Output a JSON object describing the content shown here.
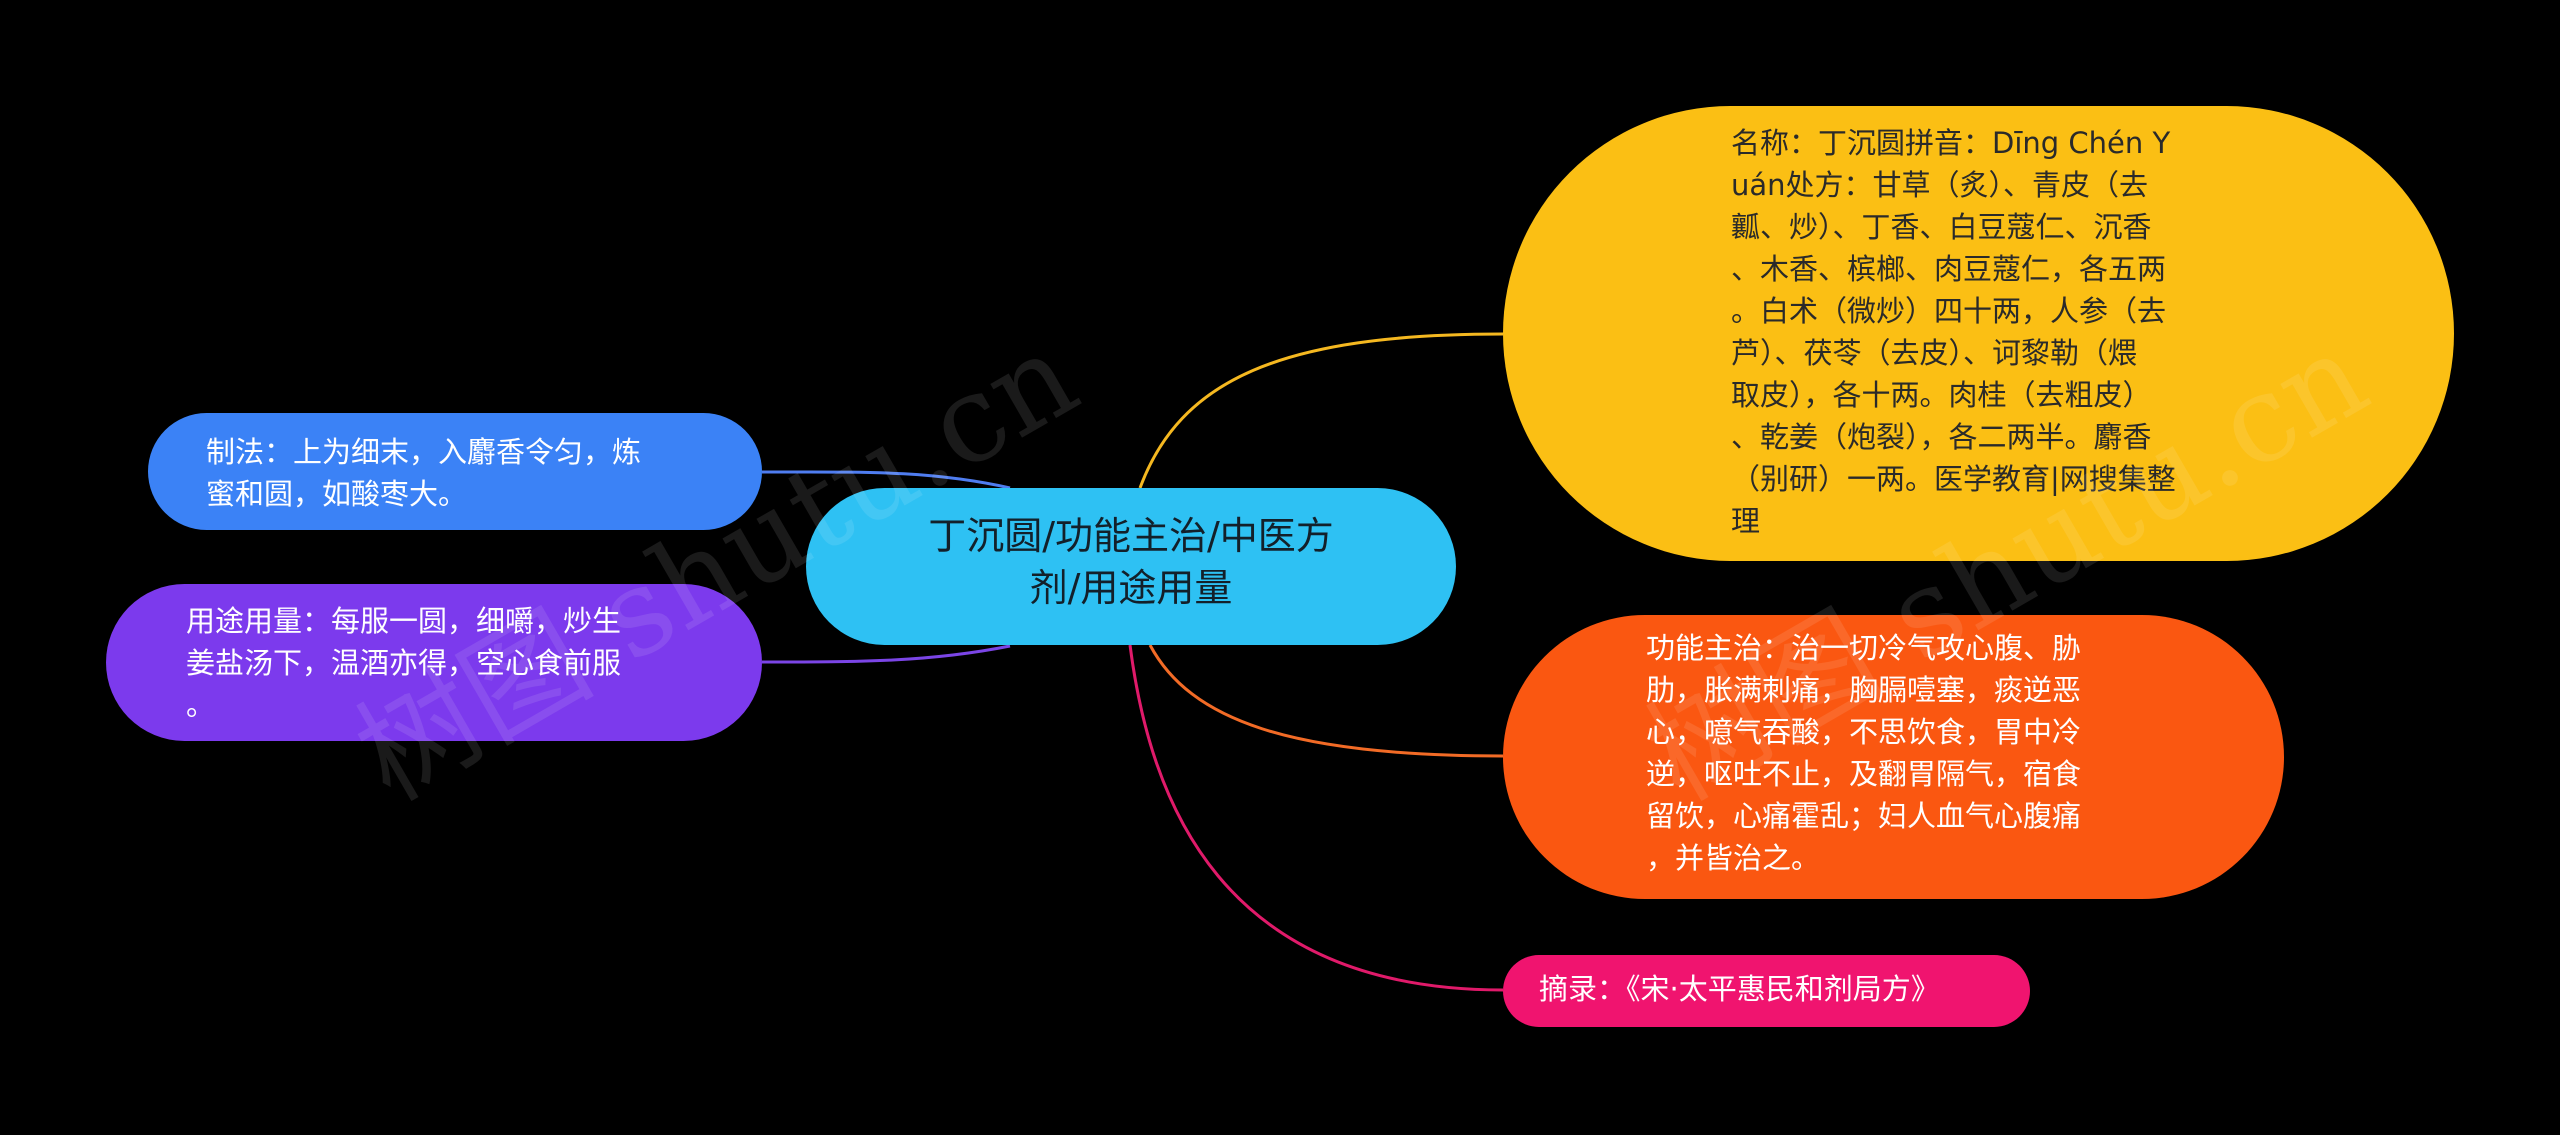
{
  "diagram": {
    "center": {
      "label": "丁沉圆/功能主治/中医方\n剂/用途用量",
      "color": "#2ec1f3"
    },
    "branches": [
      {
        "id": "zhifa",
        "label": "制法：上为细末，入麝香令匀，炼\n蜜和圆，如酸枣大。",
        "color": "#3b82f6",
        "line_color": "#4f7df0"
      },
      {
        "id": "yongtu",
        "label": "用途用量：每服一圆，细嚼，炒生\n姜盐汤下，温酒亦得，空心食前服\n。",
        "color": "#7c3aed",
        "line_color": "#7b45e6"
      },
      {
        "id": "mingcheng",
        "label": "名称：丁沉圆拼音：Dīng Chén Y\nuán处方：甘草（炙）、青皮（去\n瓤、炒）、丁香、白豆蔻仁、沉香\n、木香、槟榔、肉豆蔻仁，各五两\n。白术（微炒）四十两，人参（去\n芦）、茯苓（去皮）、诃黎勒（煨\n取皮），各十两。肉桂（去粗皮）\n、乾姜（炮裂），各二两半。麝香\n（别研）一两。医学教育|网搜集整\n理",
        "color": "#fbbf14",
        "line_color": "#f5b820"
      },
      {
        "id": "gongneng",
        "label": "功能主治：治一切冷气攻心腹、胁\n肋，胀满刺痛，胸膈噎塞，痰逆恶\n心，噫气吞酸，不思饮食，胃中冷\n逆，呕吐不止，及翻胃隔气，宿食\n留饮，心痛霍乱；妇人血气心腹痛\n，并皆治之。",
        "color": "#fa5711",
        "line_color": "#f26b26"
      },
      {
        "id": "zhailu",
        "label": "摘录：《宋·太平惠民和剂局方》",
        "color": "#f0146f",
        "line_color": "#e01a6a"
      }
    ]
  },
  "watermark": {
    "text": "树图 shutu.cn"
  }
}
